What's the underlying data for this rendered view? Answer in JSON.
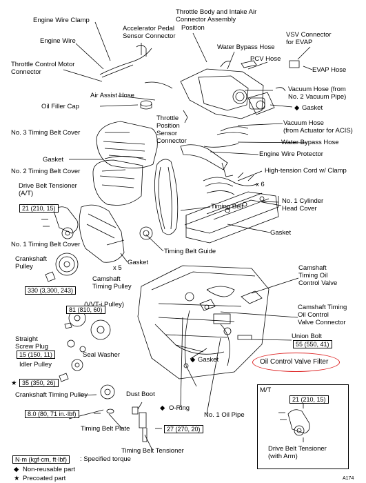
{
  "labels": {
    "engine_wire_clamp": "Engine Wire Clamp",
    "accel_pedal_sensor": "Accelerator Pedal\nSensor Connector",
    "throttle_body": "Throttle Body and Intake Air\nConnector Assembly",
    "vsv_connector": "VSV Connector\nfor EVAP",
    "engine_wire": "Engine Wire",
    "water_bypass_hose_top": "Water Bypass Hose",
    "pcv_hose": "PCV Hose",
    "evap_hose": "EVAP Hose",
    "throttle_control_motor": "Throttle Control Motor\nConnector",
    "position": "Position",
    "vacuum_hose_no2": "Vacuum  Hose  (from\nNo. 2 Vacuum Pipe)",
    "air_assist_hose": "Air Assist Hose",
    "gasket_top": "Gasket",
    "oil_filler_cap": "Oil Filler Cap",
    "throttle_position": "Throttle\nPosition\nSensor\nConnector",
    "vacuum_hose_actuator": "Vacuum Hose\n(from Actuator for ACIS)",
    "no3_timing_cover": "No. 3 Timing Belt Cover",
    "water_bypass_hose_mid": "Water Bypass Hose",
    "engine_wire_protector": "Engine Wire Protector",
    "gasket_left": "Gasket",
    "high_tension_cord": "High-tension  Cord w/ Clamp",
    "no2_timing_cover": "No. 2 Timing Belt Cover",
    "x6": "x 6",
    "drive_belt_tensioner_at": "Drive Belt Tensioner\n(A/T)",
    "no1_cylinder_head_cover": "No. 1 Cylinder\nHead Cover",
    "timing_belt": "Timing Belt",
    "gasket_right": "Gasket",
    "no1_timing_cover": "No. 1 Timing Belt Cover",
    "timing_belt_guide": "Timing Belt Guide",
    "crankshaft_pulley": "Crankshaft\nPulley",
    "gasket_mid": "Gasket",
    "x5": "x 5",
    "camshaft_timing_oil_valve": "Camshaft\nTiming Oil\nControl Valve",
    "camshaft_timing_pulley": "Camshaft\nTiming Pulley",
    "vvti_pulley": "(VVT-i  Pulley)",
    "camshaft_timing_connector": "Camshaft Timing\nOil Control\nValve Connector",
    "straight_screw_plug": "Straight\nScrew Plug",
    "union_bolt": "Union Bolt",
    "seal_washer": "Seal Washer",
    "gasket_lower": "Gasket",
    "oil_control_valve_filter": "Oil Control Valve Filter",
    "idler_pulley": "Idler Pulley",
    "mt": "M/T",
    "crankshaft_timing_pulley": "Crankshaft Timing Pulley",
    "dust_boot": "Dust Boot",
    "o_ring": "O-Ring",
    "no1_oil_pipe": "No. 1 Oil Pipe",
    "timing_belt_plate": "Timing Belt Plate",
    "timing_belt_tensioner": "Timing Belt Tensioner",
    "drive_belt_tensioner_arm": "Drive Belt Tensioner\n(with Arm)"
  },
  "torques": {
    "t_drive_belt": "21 (210, 15)",
    "t_crank_pulley": "330 (3,300, 243)",
    "t_cam_pulley": "81 (810, 60)",
    "t_plug": "15 (150, 11)",
    "t_union_bolt": "55 (550, 41)",
    "t_idler": "35 (350, 26)",
    "t_plate": "8.0 (80, 71 in.·lbf)",
    "t_tensioner": "27 (270, 20)",
    "t_mt": "21 (210, 15)"
  },
  "markers": {
    "diamond": "◆",
    "star": "★"
  },
  "legend": {
    "unit": "N·m (kgf·cm, ft·lbf)",
    "unit_desc": ": Specified torque",
    "non_reusable": "Non-reusable part",
    "precoated": "Precoated part"
  },
  "figure_code": "A174"
}
